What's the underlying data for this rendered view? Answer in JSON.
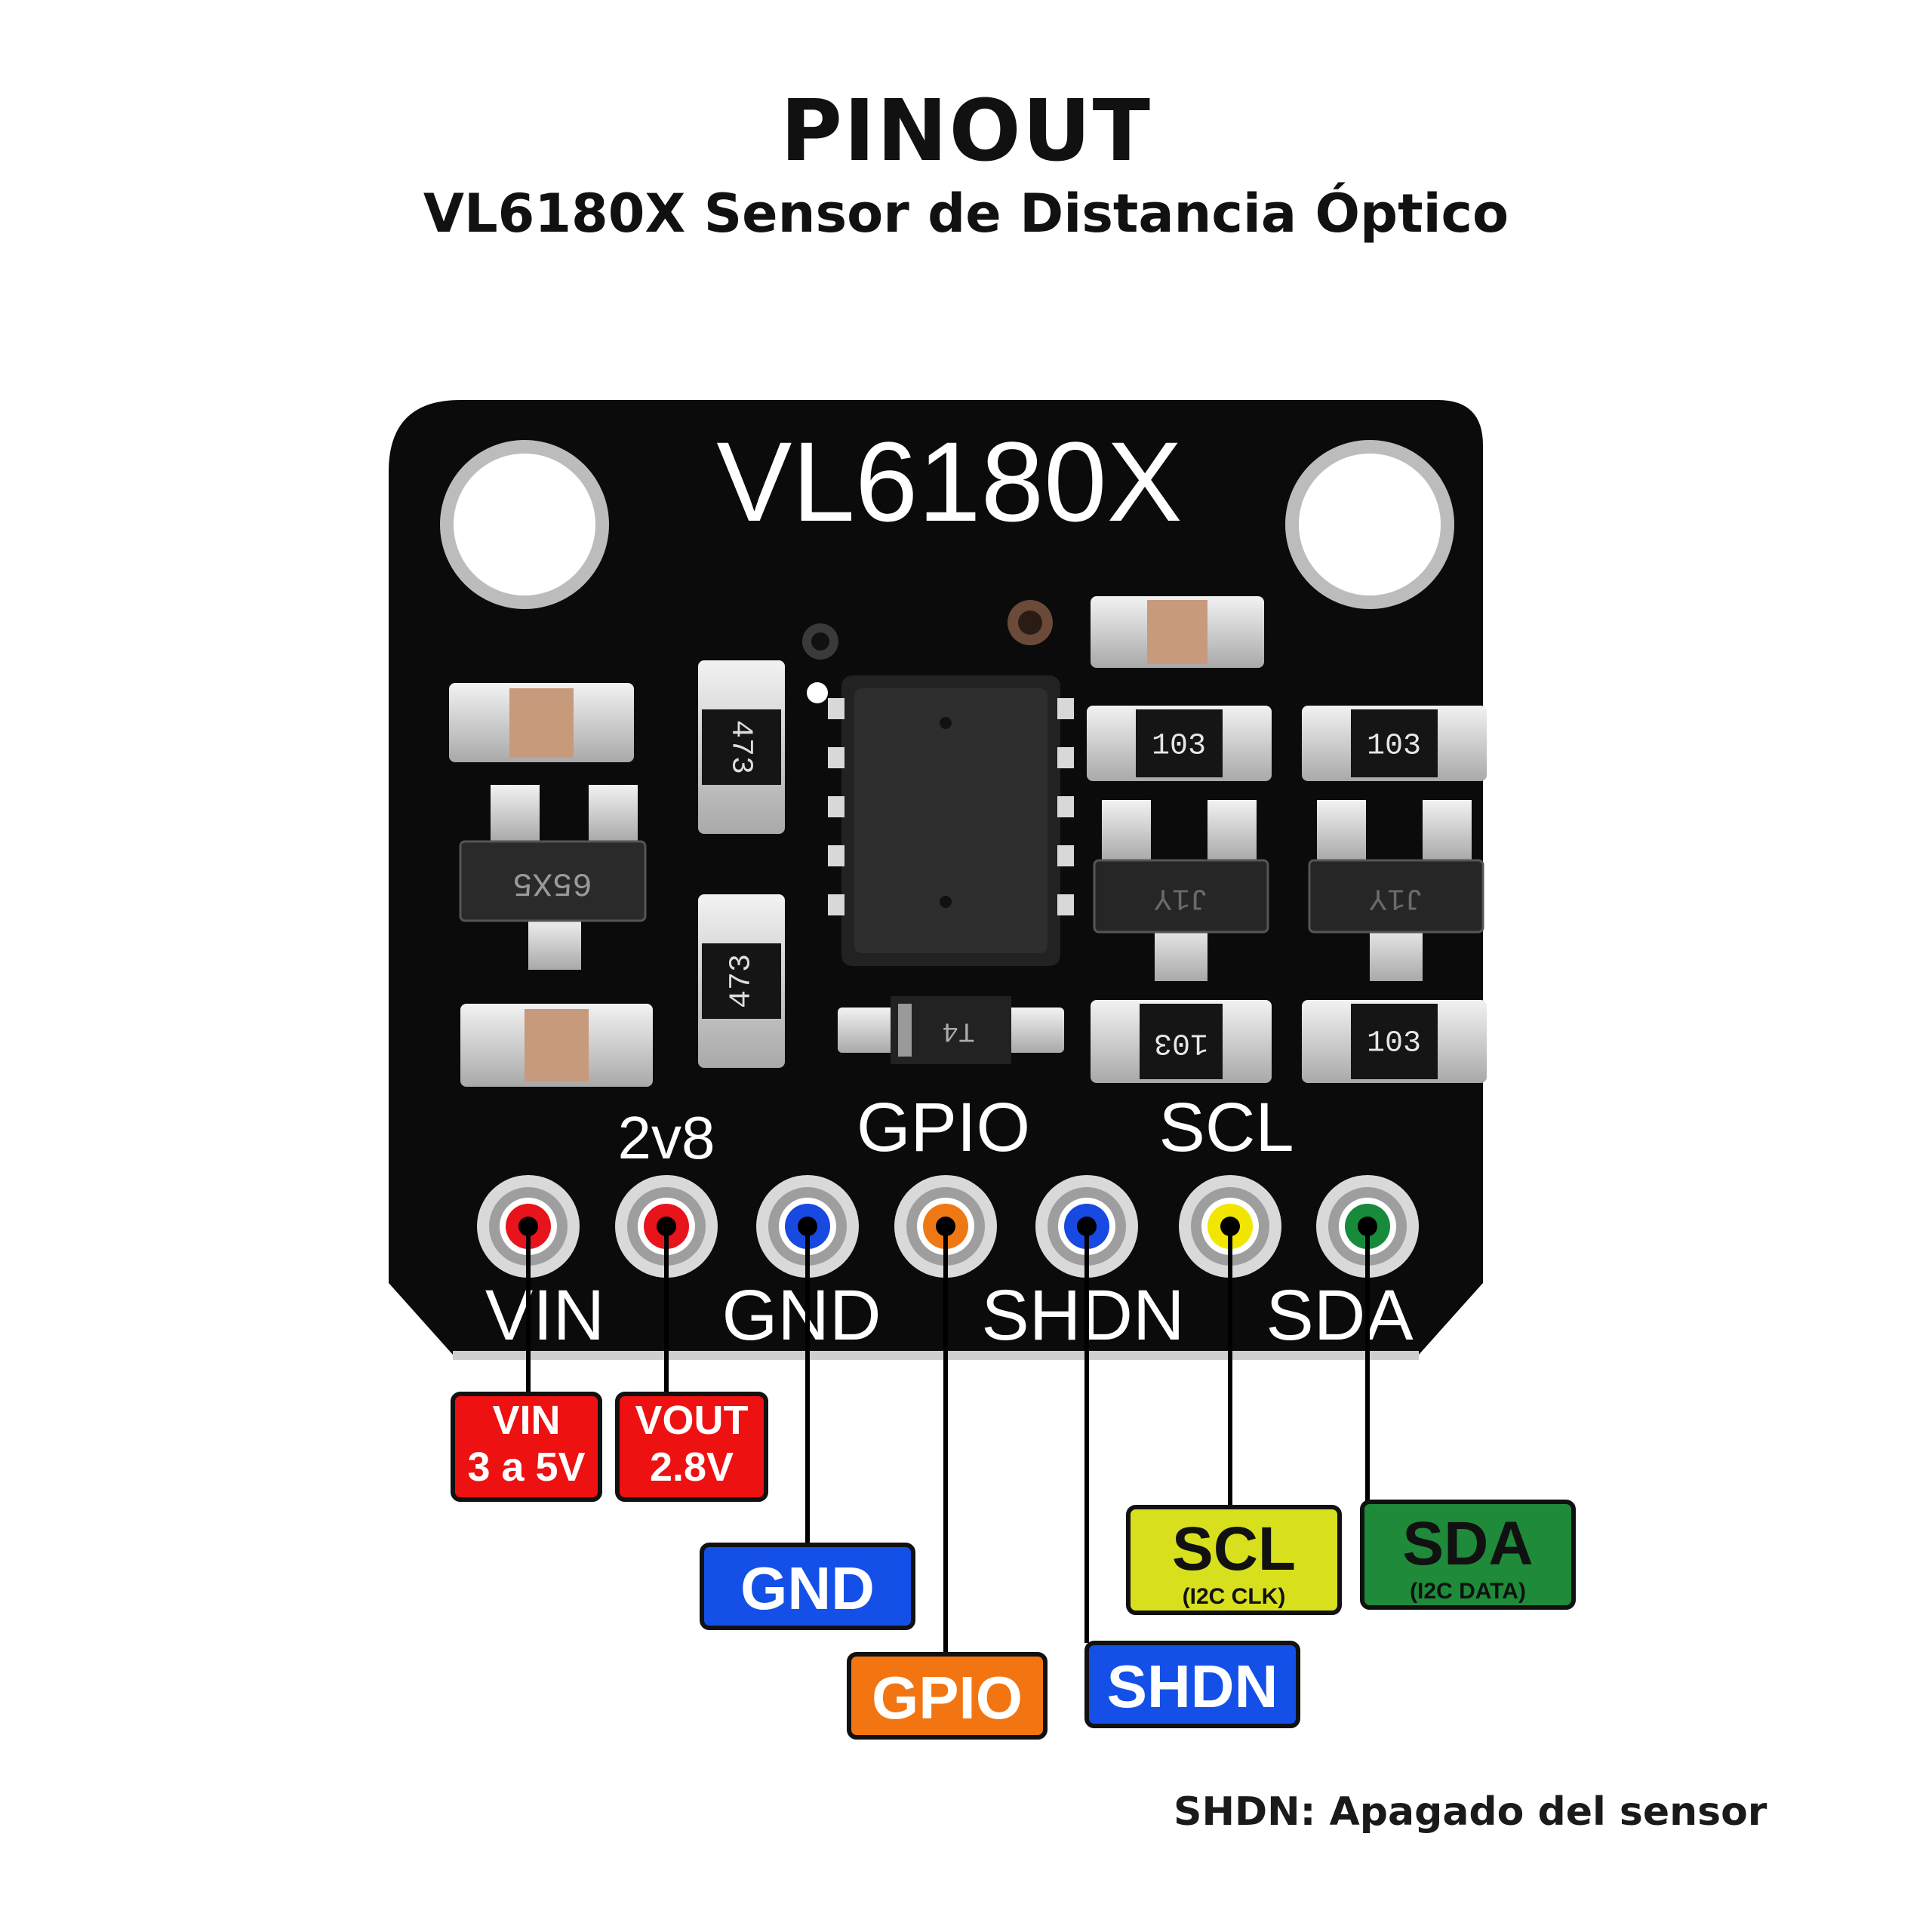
{
  "title": "PINOUT",
  "subtitle": "VL6180X Sensor de Distancia Óptico",
  "board": {
    "name": "VL6180X",
    "top_labels": [
      "2v8",
      "GPIO",
      "SCL"
    ],
    "bottom_labels": [
      "VIN",
      "GND",
      "SHDN",
      "SDA"
    ],
    "component_markings": [
      "473",
      "473",
      "65X5",
      "103",
      "103",
      "103",
      "103",
      "J1Y",
      "J1Y",
      "T4"
    ]
  },
  "pins": [
    {
      "id": "vin",
      "color": "#e8141b",
      "tag": [
        "VIN",
        "3 a 5V"
      ],
      "tag_bg": "#ee1111",
      "tag_fg": "#ffffff"
    },
    {
      "id": "vout",
      "color": "#e8141b",
      "tag": [
        "VOUT",
        "2.8V"
      ],
      "tag_bg": "#ee1111",
      "tag_fg": "#ffffff"
    },
    {
      "id": "gnd",
      "color": "#1849e0",
      "tag": [
        "GND"
      ],
      "tag_bg": "#1450e8",
      "tag_fg": "#ffffff"
    },
    {
      "id": "gpio",
      "color": "#f07814",
      "tag": [
        "GPIO"
      ],
      "tag_bg": "#f27512",
      "tag_fg": "#ffffff"
    },
    {
      "id": "shdn",
      "color": "#1849e0",
      "tag": [
        "SHDN"
      ],
      "tag_bg": "#1450e8",
      "tag_fg": "#ffffff"
    },
    {
      "id": "scl",
      "color": "#f2e600",
      "tag": [
        "SCL",
        "(I2C CLK)"
      ],
      "tag_bg": "#d8e01e",
      "tag_fg": "#111111"
    },
    {
      "id": "sda",
      "color": "#178a3c",
      "tag": [
        "SDA",
        "(I2C DATA)"
      ],
      "tag_bg": "#1e8a3a",
      "tag_fg": "#111111"
    }
  ],
  "footnote": "SHDN: Apagado del sensor"
}
